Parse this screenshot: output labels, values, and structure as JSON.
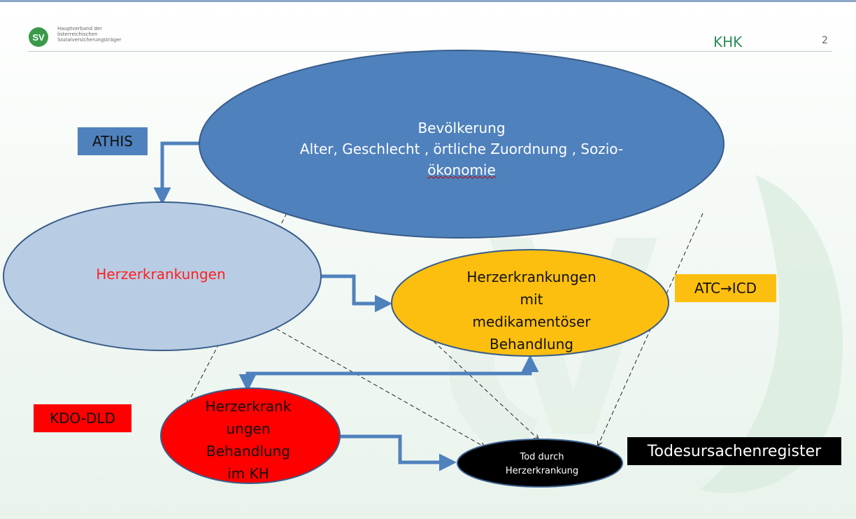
{
  "header": {
    "organization_lines": [
      "Hauptverband der",
      "österreichischen",
      "Sozialversicherungsträger"
    ],
    "title": "KHK",
    "slide_number": "2"
  },
  "logo": {
    "text": "SV",
    "color": "#3a9a4a"
  },
  "colors": {
    "blue": "#4f81bd",
    "light_blue": "#b8cce4",
    "orange": "#fdbf0f",
    "red": "#ff0000",
    "black": "#000000",
    "title_green": "#2e8b57"
  },
  "nodes": {
    "population": {
      "line1": "Bevölkerung",
      "line2": "Alter, Geschlecht , örtliche Zuordnung , Sozio-",
      "line3": "ökonomie"
    },
    "heart_disease": "Herzerkrankungen",
    "medicated": {
      "line1": "Herzerkrankungen",
      "line2": "mit",
      "line3": "medikamentöser",
      "line4": "Behandlung"
    },
    "hospital": {
      "line1": "Herzerkrank",
      "line2": "ungen",
      "line3": "Behandlung",
      "line4": "im KH"
    },
    "death": {
      "line1": "Tod durch",
      "line2": "Herzerkrankung"
    }
  },
  "sources": {
    "athis": "ATHIS",
    "atc_icd": "ATC→ICD",
    "kdo_dld": "KDO-DLD",
    "death_register": "Todesursachenregister"
  }
}
